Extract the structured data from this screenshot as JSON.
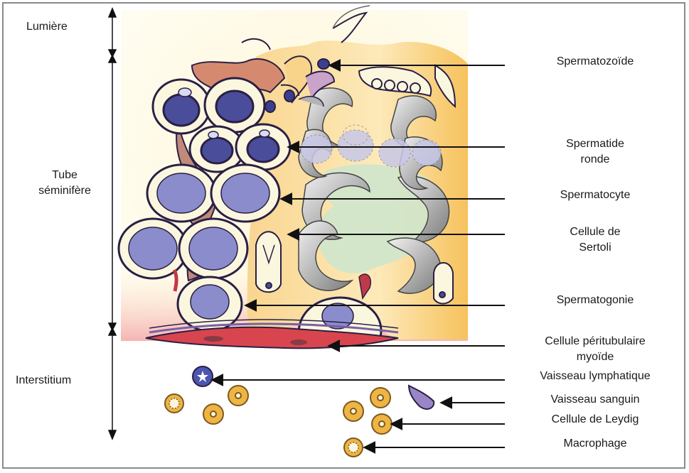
{
  "regions": {
    "lumen": "Lumière",
    "tubule": "Tube\nséminifère",
    "interstitium": "Interstitium"
  },
  "labels": {
    "spermatozoid": "Spermatozoïde",
    "round_spermatid": "Spermatide\nronde",
    "spermatocyte": "Spermatocyte",
    "sertoli": "Cellule de\nSertoli",
    "spermatogonia": "Spermatogonie",
    "peritubular": "Cellule péritubulaire\nmyoïde",
    "lymphatic": "Vaisseau lymphatique",
    "blood_vessel": "Vaisseau sanguin",
    "leydig": "Cellule de Leydig",
    "macrophage": "Macrophage"
  },
  "colors": {
    "nucleus": "#8a8ccc",
    "nucleus_dark": "#4a4d9a",
    "cell_cream": "#fbf7df",
    "outline": "#2a1f44",
    "sertoli_yellow": "#f7c86a",
    "sertoli_light": "#fbe6b0",
    "cytoplasm_green": "#cfe6cc",
    "myoid_red": "#d9454f",
    "leydig_orange": "#f0b443",
    "lymph_blue": "#4a56b0",
    "vessel_purple": "#9a86c6"
  }
}
